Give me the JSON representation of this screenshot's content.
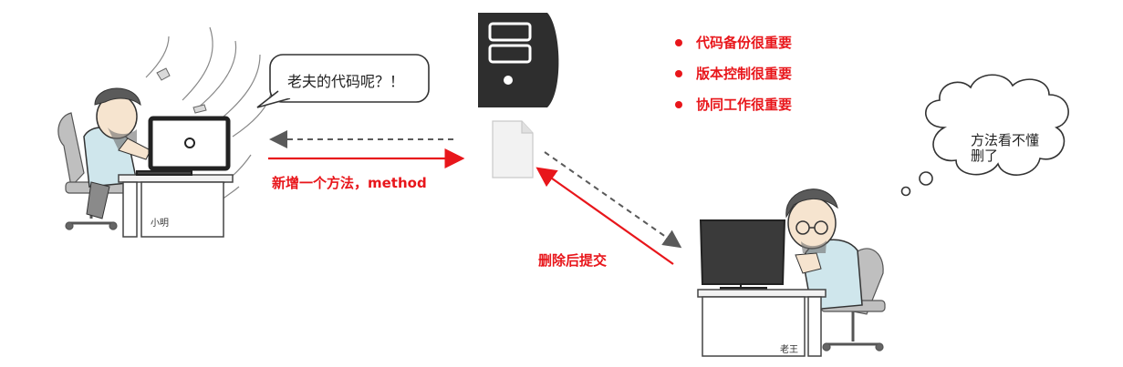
{
  "left_user": {
    "speech_bubble": "老夫的代码呢？！",
    "desk_label": "小明"
  },
  "right_user": {
    "thought_bubble_line1": "方法看不懂",
    "thought_bubble_line2": "删了",
    "desk_label": "老王"
  },
  "arrows": {
    "add_method_label": "新增一个方法，method",
    "delete_commit_label": "删除后提交"
  },
  "bullets": [
    "代码备份很重要",
    "版本控制很重要",
    "协同工作很重要"
  ],
  "colors": {
    "accent_red": "#e8161b",
    "server_dark": "#2e2e2e",
    "shirt_blue": "#cfe6ec",
    "hair": "#5a5a5a"
  }
}
